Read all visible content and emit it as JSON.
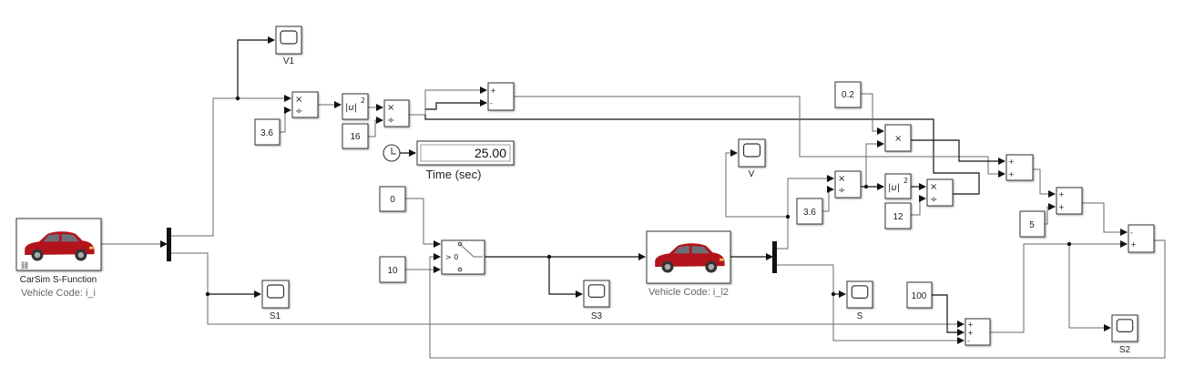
{
  "carsim1": {
    "title": "CarSim S-Function",
    "vehicle_code": "Vehicle Code: i_i"
  },
  "carsim2": {
    "vehicle_code": "Vehicle Code: i_l2"
  },
  "constants": {
    "c1": "3.6",
    "c2": "16",
    "c3": "0",
    "c4": "10",
    "c5": "0.2",
    "c6": "3.6",
    "c7": "12",
    "c8": "5",
    "c9": "100"
  },
  "scopes": {
    "v1": "V1",
    "s1": "S1",
    "s3": "S3",
    "v": "V",
    "s": "S",
    "s2": "S2"
  },
  "display": {
    "value": "25.00",
    "label": "Time (sec)"
  },
  "switch": {
    "criteria": "> 0"
  },
  "symbols": {
    "multiply": "×",
    "divide": "÷",
    "plus": "+",
    "minus": "-",
    "abs_u": "|u|",
    "exponent": "2"
  },
  "colors": {
    "car": "#b3141b",
    "wire": "#6a6a6a"
  }
}
